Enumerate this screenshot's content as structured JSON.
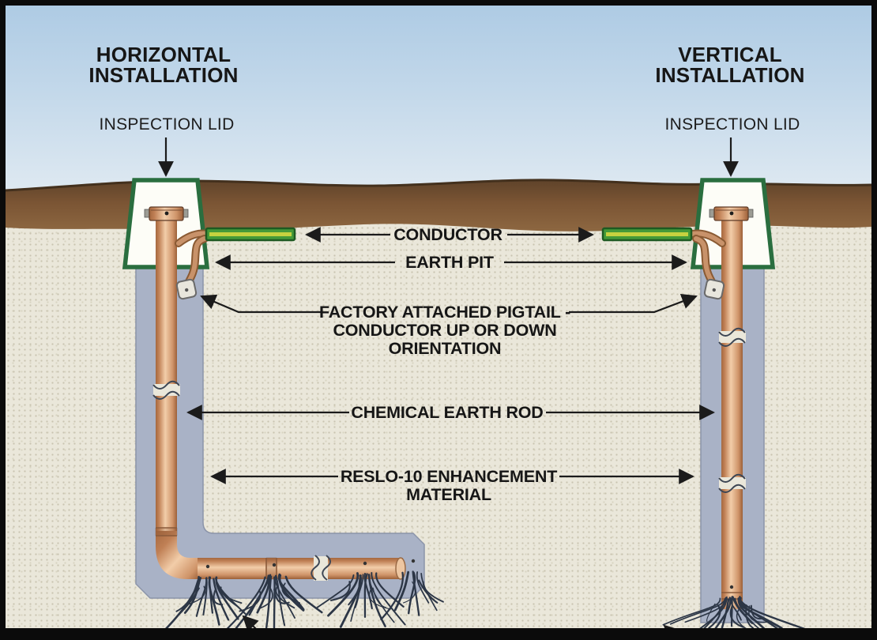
{
  "figure": {
    "left": {
      "title_line1": "HORIZONTAL",
      "title_line2": "INSTALLATION",
      "inspection_lid": "INSPECTION LID"
    },
    "right": {
      "title_line1": "VERTICAL",
      "title_line2": "INSTALLATION",
      "inspection_lid": "INSPECTION LID"
    },
    "callouts": {
      "conductor": "CONDUCTOR",
      "earth_pit": "EARTH PIT",
      "pigtail_line1": "FACTORY ATTACHED PIGTAIL -",
      "pigtail_line2": "CONDUCTOR UP OR DOWN",
      "pigtail_line3": "ORIENTATION",
      "chemical_earth_rod": "CHEMICAL EARTH ROD",
      "enhancement_line1": "RESLO-10 ENHANCEMENT",
      "enhancement_line2": "MATERIAL"
    },
    "colors": {
      "sky_top": "#aecbe4",
      "sky_bottom": "#e0eaf2",
      "soil_brown": "#7b5534",
      "ground_beige": "#eae7da",
      "trench_gray": "#a9b2c6",
      "rod_copper": "#dba07c",
      "conductor_green": "#449a39",
      "conductor_stripe": "#c6d23f",
      "pit_border_green": "#2a6e3f",
      "text_black": "#161616"
    }
  }
}
